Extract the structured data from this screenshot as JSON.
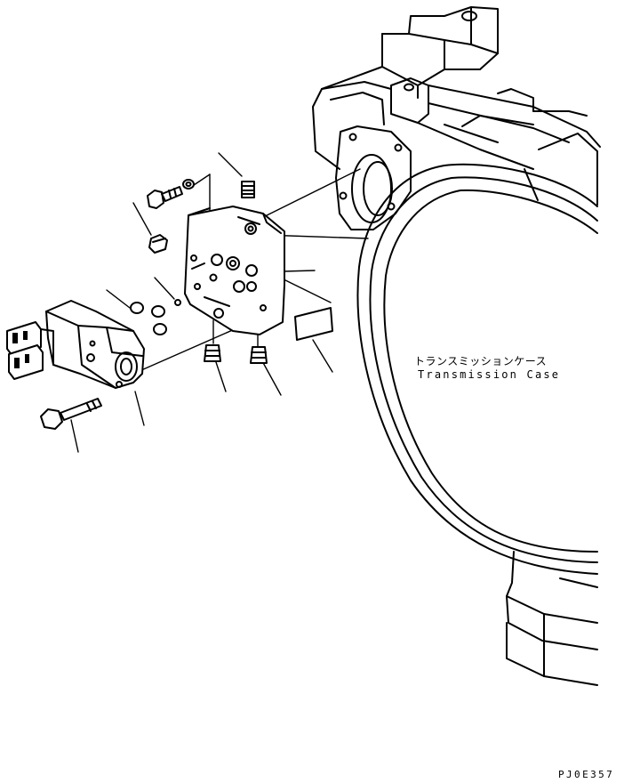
{
  "diagram": {
    "component_label_jp": "トランスミッションケース",
    "component_label_en": "Transmission Case",
    "drawing_code": "PJ0E357"
  }
}
